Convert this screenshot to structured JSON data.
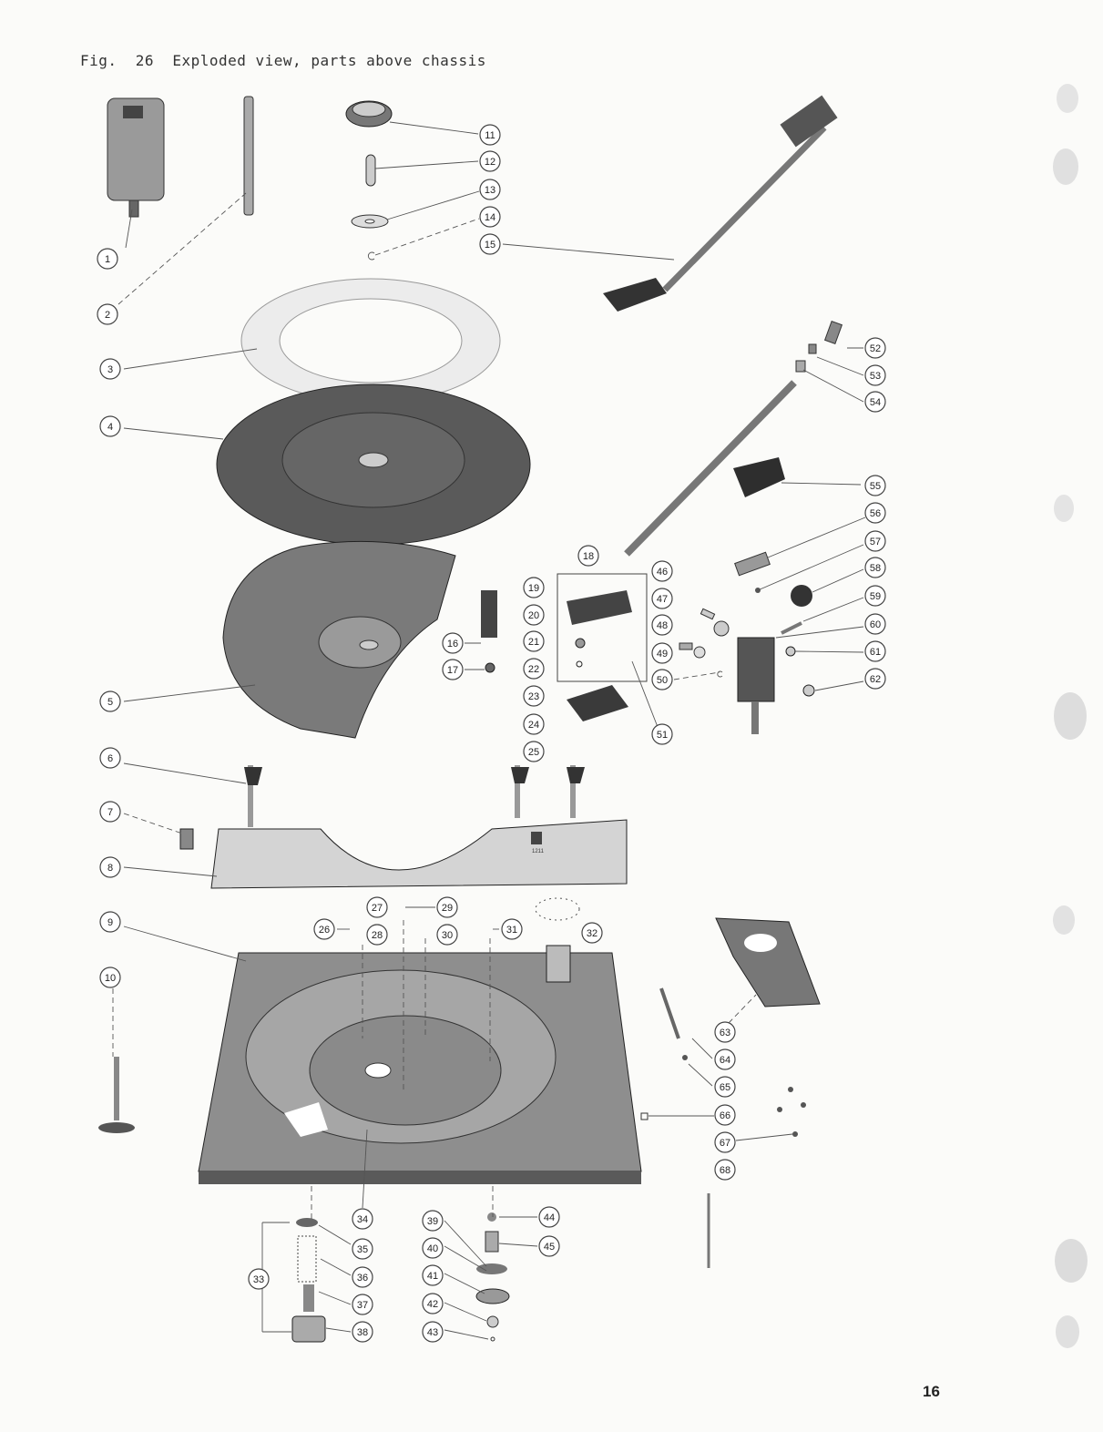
{
  "figure": {
    "caption": "Fig.  26  Exploded view, parts above chassis",
    "page_number": "16"
  },
  "callouts": [
    "1",
    "2",
    "3",
    "4",
    "5",
    "6",
    "7",
    "8",
    "9",
    "10",
    "11",
    "12",
    "13",
    "14",
    "15",
    "16",
    "17",
    "18",
    "19",
    "20",
    "21",
    "22",
    "23",
    "24",
    "25",
    "26",
    "27",
    "28",
    "29",
    "30",
    "31",
    "32",
    "33",
    "34",
    "35",
    "36",
    "37",
    "38",
    "39",
    "40",
    "41",
    "42",
    "43",
    "44",
    "45",
    "46",
    "47",
    "48",
    "49",
    "50",
    "51",
    "52",
    "53",
    "54",
    "55",
    "56",
    "57",
    "58",
    "59",
    "60",
    "61",
    "62",
    "63",
    "64",
    "65",
    "66",
    "67",
    "68"
  ],
  "chassis_marking": "1211",
  "colors": {
    "ink": "#2a2a2a",
    "gray_part": "#8c8c8c",
    "dark_part": "#4a4a4a",
    "light_part": "#e6e6e6",
    "paper": "#fbfbf9"
  }
}
